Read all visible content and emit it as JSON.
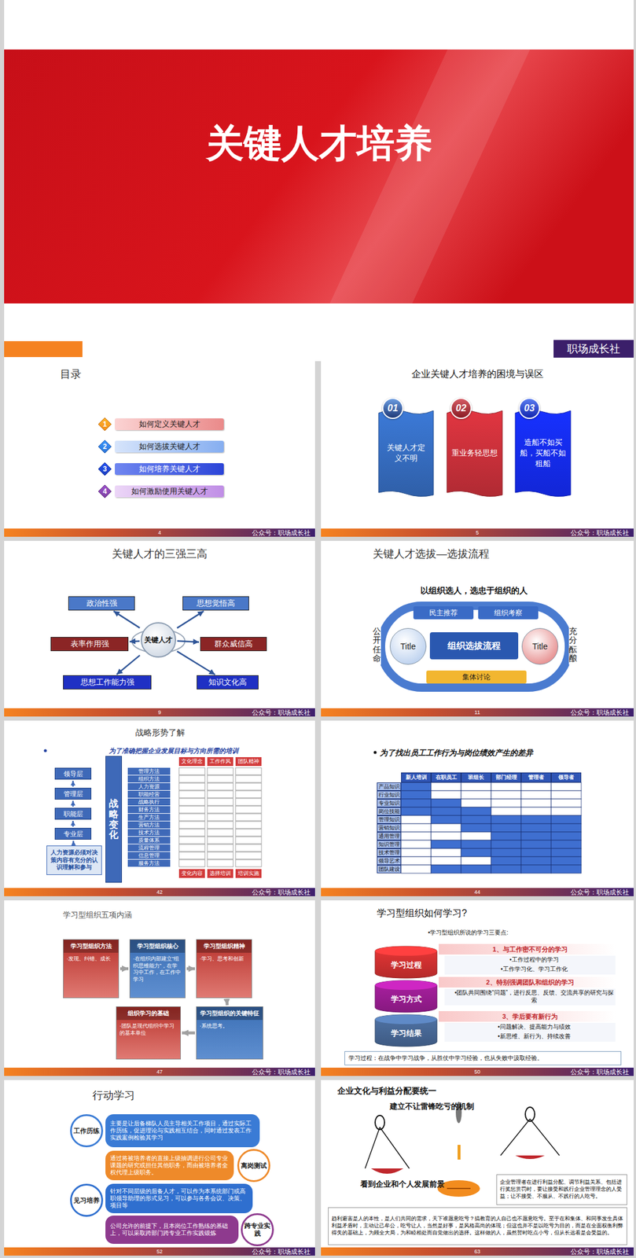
{
  "diagram": {
    "title": "关键人才培养",
    "nodes": [
      {
        "text": [
          "职场成长社"
        ]
      },
      {
        "text": [
          "目录"
        ]
      },
      {
        "text": [
          "1"
        ],
        "in": 1
      },
      {
        "text": [
          "如何定义关键人才"
        ],
        "in": 1
      },
      {
        "text": [
          "2"
        ],
        "in": 1
      },
      {
        "text": [
          "如何选拔关键人才"
        ],
        "in": 1
      },
      {
        "text": [
          "3"
        ],
        "in": 1
      },
      {
        "text": [
          "如何培养关键人才"
        ],
        "in": 1
      },
      {
        "text": [
          "4"
        ],
        "in": 1
      },
      {
        "text": [
          "如何激励使用关键人才"
        ],
        "in": 1
      },
      {
        "text": [
          "企业关键人才培养的困境与误区"
        ]
      },
      {
        "text": [
          "关键人才定义不明"
        ],
        "in": 10
      },
      {
        "text": [
          "01"
        ],
        "in": 11
      },
      {
        "text": [
          "重业务轻思想"
        ],
        "in": 10
      },
      {
        "text": [
          "02"
        ],
        "in": 13
      },
      {
        "text": [
          "造船不如买船，买船不如租船"
        ],
        "in": 10
      },
      {
        "text": [
          "03"
        ],
        "in": 15
      },
      {
        "text": [
          "关键人才的三强三高"
        ]
      },
      {
        "text": [
          "政治性强"
        ],
        "in": 17
      },
      {
        "text": [
          "思想觉悟高"
        ],
        "in": 17
      },
      {
        "text": [
          "关键人才"
        ],
        "in": 17
      },
      {
        "text": [
          "表率作用强"
        ],
        "in": 17
      },
      {
        "text": [
          "群众威信高"
        ],
        "in": 17
      },
      {
        "text": [
          "思想工作能力强"
        ],
        "in": 17
      },
      {
        "text": [
          "知识文化高"
        ],
        "in": 17
      },
      {
        "text": [
          "关键人才选拔—选拔流程"
        ]
      },
      {
        "text": [
          "组织选拔流程"
        ],
        "in": 25
      },
      {
        "text": [
          "民主推荐"
        ],
        "in": 26
      },
      {
        "text": [
          "组织考察"
        ],
        "in": 26
      },
      {
        "text": [
          "Title"
        ],
        "in": 26
      },
      {
        "text": [
          "Title"
        ],
        "in": 26
      },
      {
        "text": [
          "集体讨论"
        ],
        "in": 26
      },
      {
        "text": [
          "战略形势了解"
        ]
      },
      {
        "text": [
          "领导层"
        ],
        "in": 32
      },
      {
        "text": [
          "管理层"
        ],
        "in": 32
      },
      {
        "text": [
          "职能层"
        ],
        "in": 32
      },
      {
        "text": [
          "专业层"
        ],
        "in": 32
      },
      {
        "text": [
          "人力资源必须对决策内容有充分的认识理解和参与"
        ],
        "in": 32
      },
      {
        "text": [
          "战略变化"
        ],
        "in": 32
      },
      {
        "text": [
          "为了找出员工工作行为与岗位绩效产生的差异"
        ]
      },
      {
        "text": [
          "学习型组织五项内涵"
        ]
      },
      {
        "text": [
          "学习型组织方法",
          "·发现、纠错、成长"
        ],
        "in": 40
      },
      {
        "text": [
          "学习型组织核心",
          "·在组织内部建立“组织思维能力”，在学习中工作，在工作中学习"
        ],
        "in": 40
      },
      {
        "text": [
          "学习型组织精神",
          "·学习、思考和创新"
        ],
        "in": 40
      },
      {
        "text": [
          "组织学习的基础",
          "·团队是现代组织中学习的基本单位"
        ],
        "in": 40
      },
      {
        "text": [
          "学习型组织的关键特征",
          "·系统思考。"
        ],
        "in": 40
      },
      {
        "text": [
          "学习型组织如何学习?"
        ]
      },
      {
        "text": [
          "学习过程"
        ],
        "in": 46
      },
      {
        "text": [
          "学习方式"
        ],
        "in": 46
      },
      {
        "text": [
          "学习结果"
        ],
        "in": 46
      },
      {
        "text": [
          "学习过程：在战争中学习战争，从胜仗中学习经验，也从失败中汲取经验。"
        ],
        "in": 46
      },
      {
        "text": [
          "行动学习"
        ]
      },
      {
        "text": [
          "工作历练"
        ],
        "in": 51
      },
      {
        "text": [
          "主要是让后备梯队人员主导相关工作项目，通过实际工作历练，促进理论与实践相互结合，同时通过发表工作实践案例检验其学习"
        ],
        "in": 51
      },
      {
        "text": [
          "通过将被培养者的直接上级抽调进行公司专业课题的研究或担任其他职务，而由被培养者全权代理上级职务。"
        ],
        "in": 51
      },
      {
        "text": [
          "离岗测试"
        ],
        "in": 51
      },
      {
        "text": [
          "见习培养"
        ],
        "in": 51
      },
      {
        "text": [
          "针对不同层级的后备人才，可以作为本系统部门或高职领导助理的形式见习，可以参与各务会议、决策、项目等"
        ],
        "in": 51
      },
      {
        "text": [
          "跨专业实践"
        ],
        "in": 51
      },
      {
        "text": [
          "公司允许的前提下，且本岗位工作熟练的基础上，可以采取跨部门跨专业工作实践锻炼"
        ],
        "in": 51
      },
      {
        "text": [
          "企业文化与利益分配要统一"
        ]
      },
      {
        "text": [
          "企业管理者在进行利益分配、调节利益关系、包括进行奖惩赏罚时，要让接受和践行企业管理理念的人受益；让不接受、不服从、不践行的人吃亏。"
        ],
        "in": 60
      },
      {
        "text": [
          "趋利避害是人的本性，是人们共同的需求，天下谁愿意吃亏？搞教育的人自己也不愿意吃亏。至于在和集体、和同事发生具体利益矛盾时，主动让己牟公，吃亏让人，当然是好事，是风格高尚的体现；但这也并不是以吃亏为目的，而是在全面权衡利弊得失的基础上，为顾全大局，为和睦相处而自觉做出的选择。这样做的人，虽然暂时吃点小亏，但从长远看是会受益的。"
        ],
        "in": 60
      }
    ],
    "edges": [
      {
        "from": 20,
        "to": 18,
        "arrow": "to"
      },
      {
        "from": 20,
        "to": 19,
        "arrow": "to"
      },
      {
        "from": 20,
        "to": 21,
        "arrow": "to"
      },
      {
        "from": 20,
        "to": 22,
        "arrow": "to"
      },
      {
        "from": 20,
        "to": 23,
        "arrow": "to"
      },
      {
        "from": 20,
        "to": 24,
        "arrow": "to"
      },
      {
        "from": 37,
        "to": 36,
        "arrow": "to"
      },
      {
        "from": 36,
        "to": 35,
        "arrow": "to"
      },
      {
        "from": 35,
        "to": 34,
        "arrow": "to"
      },
      {
        "from": 34,
        "to": 33,
        "arrow": "to"
      },
      {
        "from": 41,
        "to": 42,
        "arrow": "to"
      },
      {
        "from": 42,
        "to": 43,
        "arrow": "to"
      },
      {
        "from": 43,
        "to": 45,
        "arrow": "to"
      },
      {
        "from": 45,
        "to": 44,
        "arrow": "to"
      }
    ],
    "labels": [
      "以组织选人，选忠于组织的人",
      "公开任命",
      "充分酝酿",
      "为了准确把握企业发展目标与方向所需的培训",
      "文化理念",
      "工作作风",
      "团队精神",
      "管理方法",
      "组织方法",
      "人力资源",
      "职能经营",
      "战略执行",
      "财务方法",
      "生产方法",
      "营销方法",
      "技术方法",
      "质量体系",
      "流程管理",
      "信息管理",
      "服务方法",
      "变化内容",
      "选择培训",
      "培训实施",
      "新人培训",
      "在职员工",
      "班组长",
      "部门经理",
      "管理者",
      "领导者",
      "产品知识",
      "行业知识",
      "专业知识",
      "岗位技能",
      "管理知识",
      "营销知识",
      "通用管理",
      "知识管理",
      "技术管理",
      "领导艺术",
      "团队建设",
      "•学习型组织所说的学习三要点:",
      "1、与工作密不可分的学习",
      "•工作过程中的学习",
      "•工作学习化、学习工作化",
      "2、特别强调团队和组织的学习",
      "•团队共同围绕“问题”，进行反思、反馈、交流共享的研究与探索",
      "3、学后要有新行为",
      "•问题解决、提高能力与绩效",
      "•新思维、新行为、持续改善",
      "建立不让雷锋吃亏的机制",
      "看到企业和个人发展前景",
      "4",
      "公众号：职场成长社",
      "5",
      "公众号：职场成长社",
      "9",
      "公众号：职场成长社",
      "11",
      "公众号：职场成长社",
      "42",
      "公众号：职场成长社",
      "44",
      "公众号：职场成长社",
      "47",
      "公众号：职场成长社",
      "50",
      "公众号：职场成长社",
      "52",
      "公众号：职场成长社",
      "63",
      "公众号：职场成长社"
    ]
  }
}
